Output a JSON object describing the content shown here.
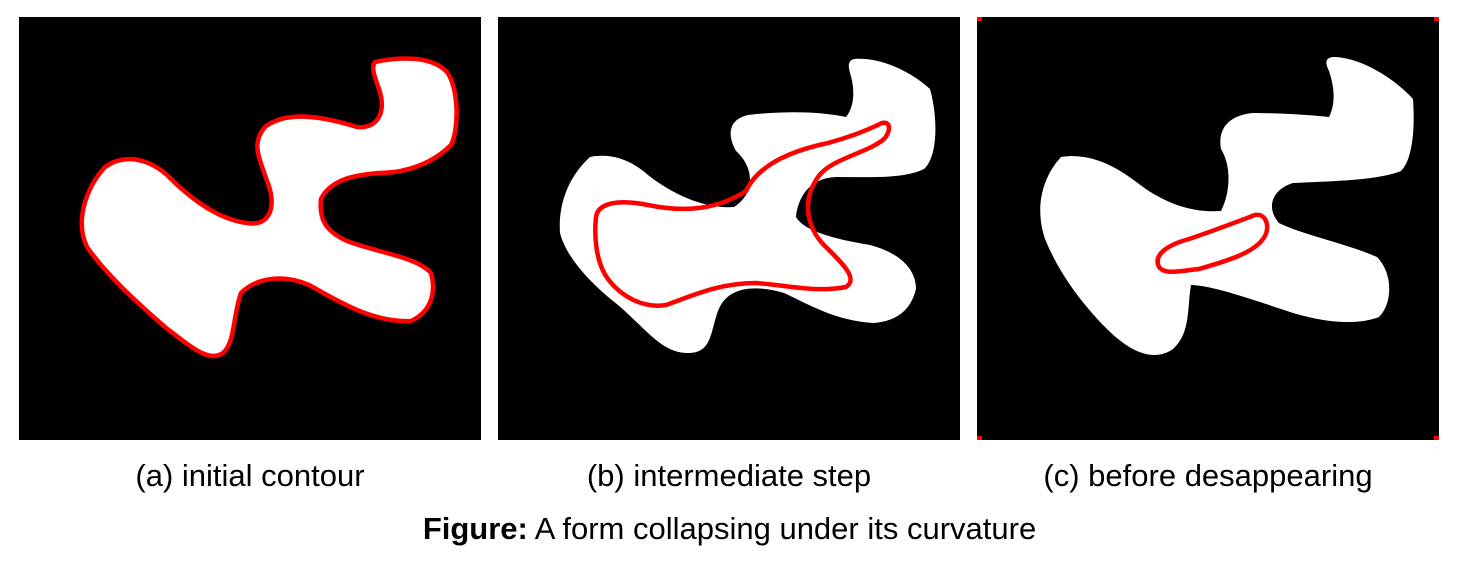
{
  "panels": [
    {
      "caption": "(a) initial contour"
    },
    {
      "caption": "(b) intermediate step"
    },
    {
      "caption": "(c) before desappearing"
    }
  ],
  "figure_caption": {
    "label": "Figure:",
    "text": "A form collapsing under its curvature"
  },
  "colors": {
    "background": "#000000",
    "shape": "#ffffff",
    "contour": "#ff0000"
  }
}
